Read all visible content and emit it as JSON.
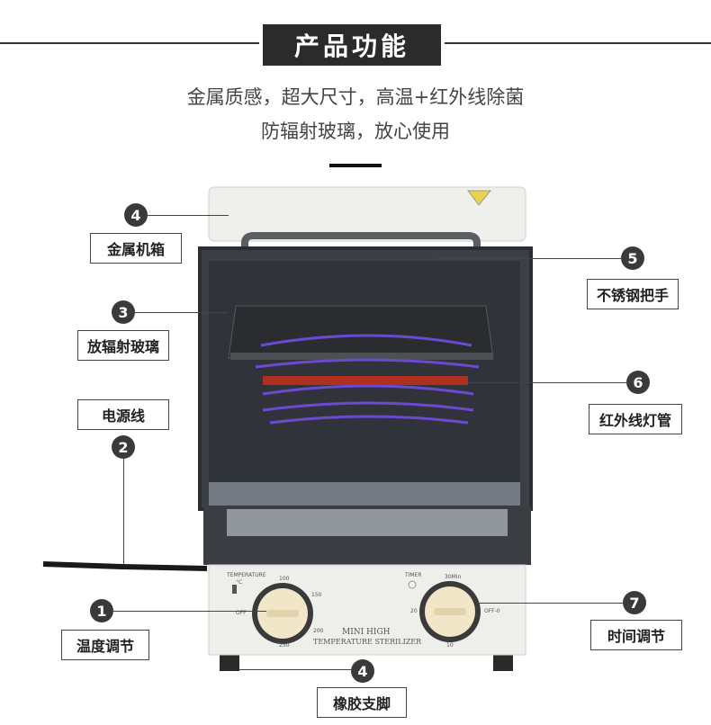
{
  "header": {
    "title": "产品功能",
    "subtitle_line1": "金属质感，超大尺寸，高温+红外线除菌",
    "subtitle_line2": "防辐射玻璃，放心使用"
  },
  "callouts": [
    {
      "num": "4",
      "label": "金属机箱"
    },
    {
      "num": "3",
      "label": "放辐射玻璃"
    },
    {
      "num": "2",
      "label": "电源线"
    },
    {
      "num": "1",
      "label": "温度调节"
    },
    {
      "num": "4",
      "label": "橡胶支脚"
    },
    {
      "num": "5",
      "label": "不锈钢把手"
    },
    {
      "num": "6",
      "label": "红外线灯管"
    },
    {
      "num": "7",
      "label": "时间调节"
    }
  ],
  "panel": {
    "temp_label": "TEMPERATURE",
    "temp_unit": "°C",
    "temp_ticks": [
      "100",
      "150",
      "200",
      "250",
      "OFF"
    ],
    "timer_label": "TIMER",
    "timer_ticks": [
      "30Min",
      "20",
      "10",
      "OFF-0"
    ],
    "model_line1": "MINI HIGH",
    "model_line2": "TEMPERATURE STERILIZER"
  },
  "colors": {
    "body": "#e9e9e6",
    "glass": "#3c4046",
    "infrared": "#b03020",
    "uv": "#6a4ad0",
    "badge": "#3a3a3a"
  }
}
